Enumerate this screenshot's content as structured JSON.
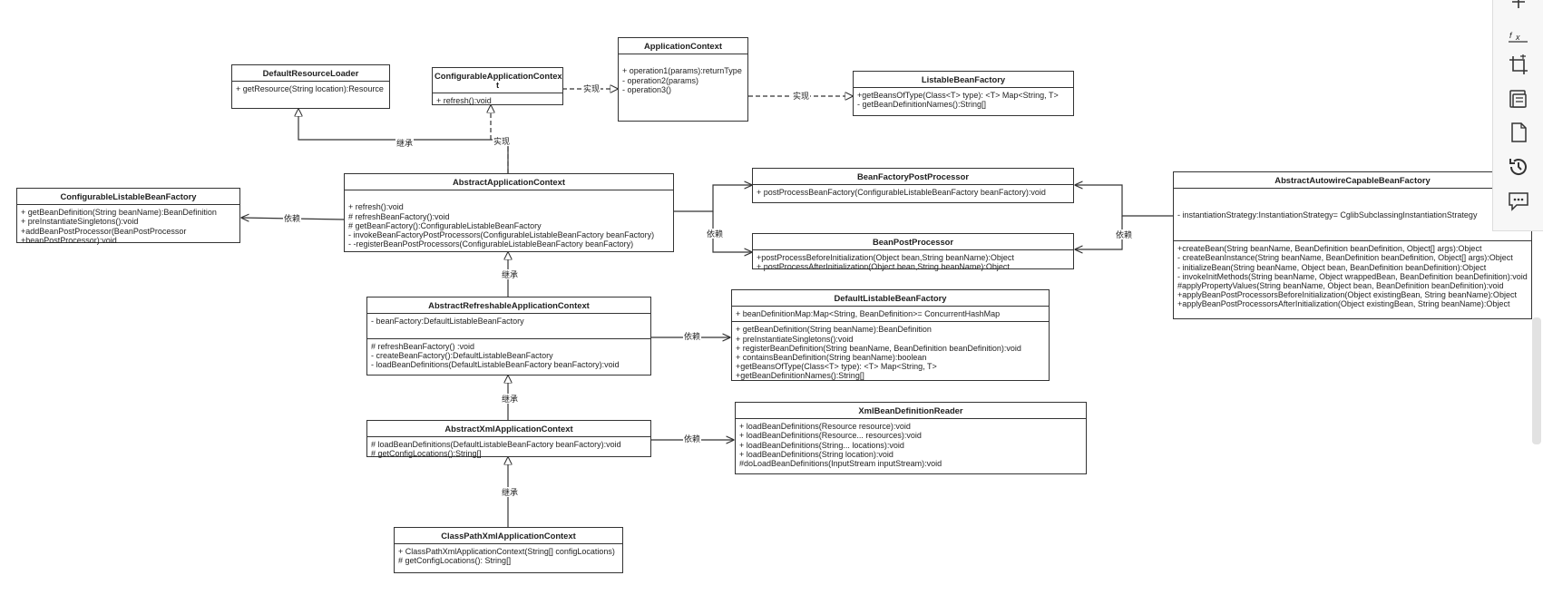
{
  "classes": {
    "default_resource_loader": {
      "name": "DefaultResourceLoader",
      "sections": [
        [
          "+ getResource(String location):Resource"
        ]
      ]
    },
    "configurable_application_context": {
      "name": "ConfigurableApplicationContex",
      "name_wrap": "t",
      "sections": [
        [
          "+ refresh():void"
        ]
      ]
    },
    "application_context": {
      "name": "ApplicationContext",
      "sections": [
        [
          "",
          "+ operation1(params):returnType",
          "- operation2(params)",
          "- operation3()"
        ]
      ]
    },
    "listable_bean_factory": {
      "name": "ListableBeanFactory",
      "sections": [
        [
          "+getBeansOfType(Class<T> type): <T> Map<String, T>",
          "- getBeanDefinitionNames():String[]"
        ]
      ]
    },
    "configurable_listable_bean_factory": {
      "name": "ConfigurableListableBeanFactory",
      "sections": [
        [
          "+ getBeanDefinition(String beanName):BeanDefinition",
          "+ preInstantiateSingletons():void",
          "+addBeanPostProcessor(BeanPostProcessor",
          "+beanPostProcessor):void"
        ]
      ]
    },
    "abstract_application_context": {
      "name": "AbstractApplicationContext",
      "sections": [
        [
          "",
          "+ refresh():void",
          "# refreshBeanFactory():void",
          "# getBeanFactory():ConfigurableListableBeanFactory",
          "- invokeBeanFactoryPostProcessors(ConfigurableListableBeanFactory beanFactory)",
          "- -registerBeanPostProcessors(ConfigurableListableBeanFactory beanFactory)"
        ]
      ]
    },
    "bean_factory_post_processor": {
      "name": "BeanFactoryPostProcessor",
      "sections": [
        [
          "+  postProcessBeanFactory(ConfigurableListableBeanFactory beanFactory):void"
        ]
      ]
    },
    "bean_post_processor": {
      "name": "BeanPostProcessor",
      "sections": [
        [
          "+postProcessBeforeInitialization(Object bean,String beanName):Object",
          "+ postProcessAfterInitialization(Object bean,String beanName):Object"
        ]
      ]
    },
    "abstract_autowire_capable_bean_factory": {
      "name": "AbstractAutowireCapableBeanFactory",
      "sections": [
        [
          "",
          "",
          "- instantiationStrategy:InstantiationStrategy= CglibSubclassingInstantiationStrategy",
          "",
          ""
        ],
        [
          "+createBean(String beanName, BeanDefinition beanDefinition, Object[] args):Object",
          "- createBeanInstance(String beanName, BeanDefinition beanDefinition, Object[] args):Object",
          "- initializeBean(String beanName, Object bean, BeanDefinition beanDefinition):Object",
          "- invokeInitMethods(String beanName, Object wrappedBean, BeanDefinition beanDefinition):void",
          "#applyPropertyValues(String beanName, Object bean, BeanDefinition beanDefinition):void",
          "+applyBeanPostProcessorsBeforeInitialization(Object existingBean, String beanName):Object",
          "+applyBeanPostProcessorsAfterInitialization(Object existingBean, String beanName):Object"
        ]
      ]
    },
    "abstract_refreshable_application_context": {
      "name": "AbstractRefreshableApplicationContext",
      "sections": [
        [
          "- beanFactory:DefaultListableBeanFactory",
          ""
        ],
        [
          "#  refreshBeanFactory() :void",
          "- createBeanFactory():DefaultListableBeanFactory",
          "- loadBeanDefinitions(DefaultListableBeanFactory beanFactory):void"
        ]
      ]
    },
    "default_listable_bean_factory": {
      "name": "DefaultListableBeanFactory",
      "sections": [
        [
          "+ beanDefinitionMap:Map<String, BeanDefinition>= ConcurrentHashMap"
        ],
        [
          "+ getBeanDefinition(String beanName):BeanDefinition",
          "+ preInstantiateSingletons():void",
          "+ registerBeanDefinition(String beanName, BeanDefinition beanDefinition):void",
          "+ containsBeanDefinition(String beanName):boolean",
          "+getBeansOfType(Class<T> type): <T> Map<String, T>",
          "+getBeanDefinitionNames():String[]"
        ]
      ]
    },
    "abstract_xml_application_context": {
      "name": "AbstractXmlApplicationContext",
      "sections": [
        [
          "# loadBeanDefinitions(DefaultListableBeanFactory beanFactory):void",
          "# getConfigLocations():String[]"
        ]
      ]
    },
    "xml_bean_definition_reader": {
      "name": "XmlBeanDefinitionReader",
      "sections": [
        [
          "+ loadBeanDefinitions(Resource resource):void",
          "+ loadBeanDefinitions(Resource... resources):void",
          "+ loadBeanDefinitions(String... locations):void",
          "+ loadBeanDefinitions(String location):void",
          "#doLoadBeanDefinitions(InputStream inputStream):void"
        ]
      ]
    },
    "class_path_xml_application_context": {
      "name": "ClassPathXmlApplicationContext",
      "sections": [
        [
          "+ ClassPathXmlApplicationContext(String[] configLocations)",
          "# getConfigLocations():  String[]"
        ]
      ]
    }
  },
  "edge_labels": {
    "inherit": "继承",
    "implement": "实现",
    "depend": "依赖"
  },
  "toolbar": [
    {
      "icon": "plus-icon"
    },
    {
      "icon": "formula-icon"
    },
    {
      "icon": "crop-icon"
    },
    {
      "icon": "pages-icon"
    },
    {
      "icon": "blank-page-icon"
    },
    {
      "icon": "history-icon"
    },
    {
      "icon": "comment-icon"
    }
  ]
}
